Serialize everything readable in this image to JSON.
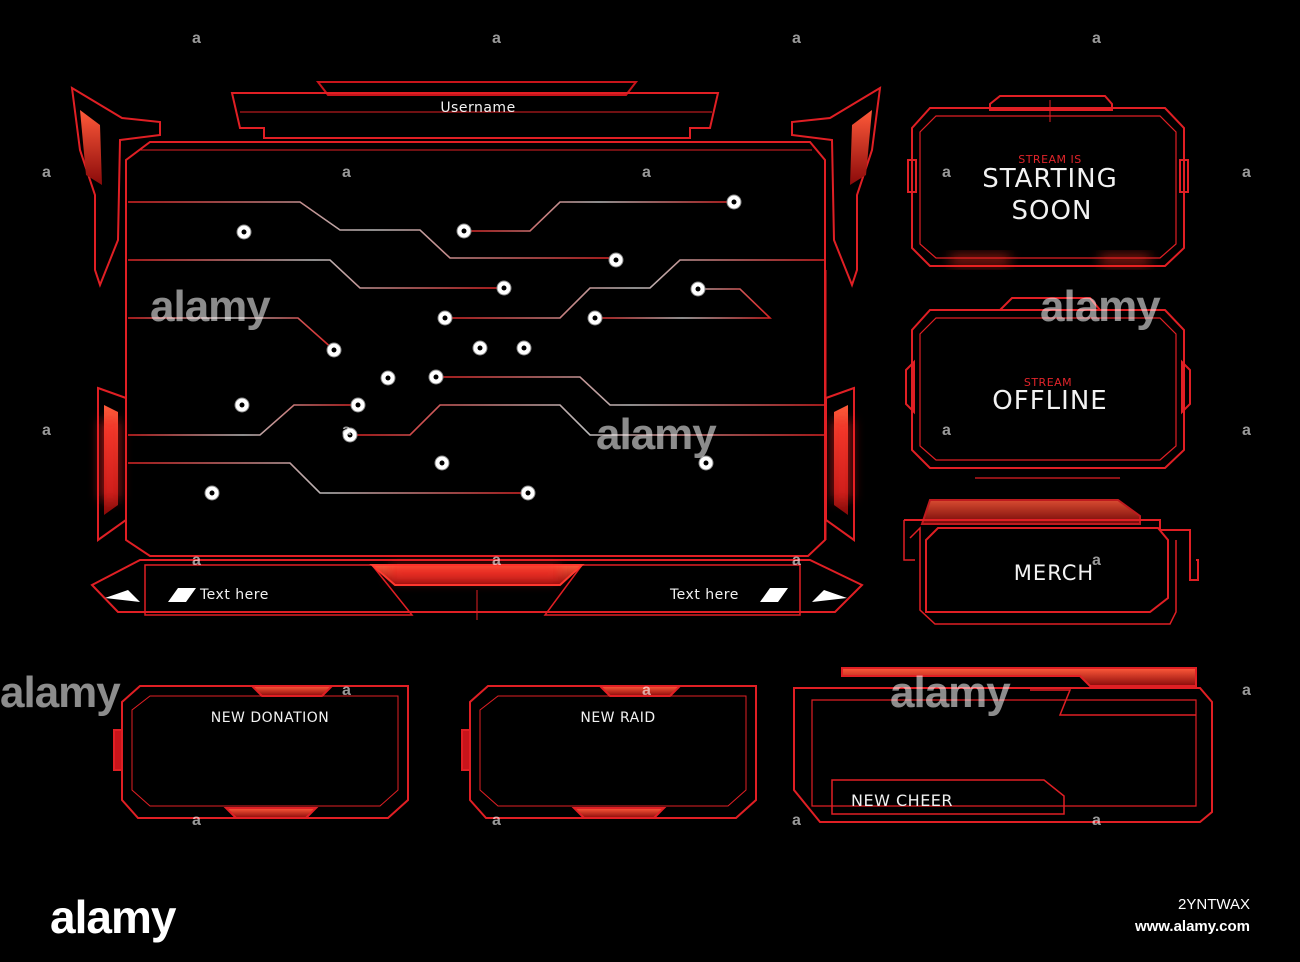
{
  "main_frame": {
    "username": "Username",
    "left_text": "Text here",
    "right_text": "Text here"
  },
  "panels": {
    "starting": {
      "small": "STREAM IS",
      "line1": "STARTING",
      "line2": "SOON"
    },
    "offline": {
      "small": "STREAM",
      "big": "OFFLINE"
    },
    "merch": {
      "label": "MERCH"
    }
  },
  "alerts": {
    "donation": "NEW DONATION",
    "raid": "NEW RAID",
    "cheer": "NEW CHEER"
  },
  "watermark": {
    "text": "alamy",
    "pin_glyph": "a",
    "image_id": "2YNTWAX",
    "site": "www.alamy.com"
  },
  "colors": {
    "accent": "#e01f24",
    "bright": "#ff3b30",
    "circuit": "#b8b8b8",
    "background": "#000000"
  }
}
